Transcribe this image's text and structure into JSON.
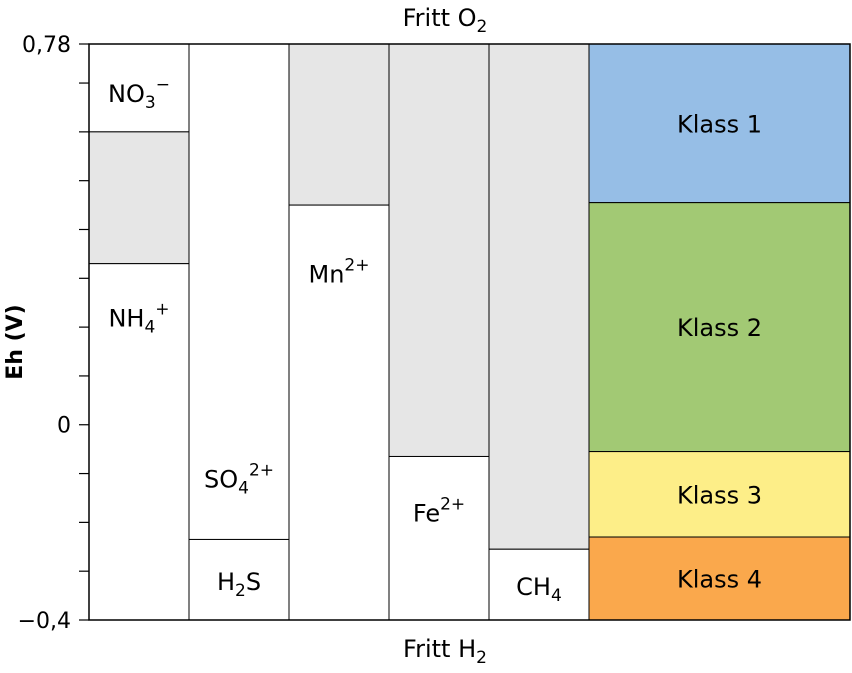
{
  "header": {
    "top_prefix": "Fritt O",
    "top_sub": "2",
    "bottom_prefix": "Fritt H",
    "bottom_sub": "2"
  },
  "axis": {
    "title": "Eh (V)",
    "min": -0.4,
    "max": 0.78,
    "labels": [
      "0,78",
      "0",
      "−0,4"
    ],
    "label_values": [
      0.78,
      0,
      -0.4
    ]
  },
  "colors": {
    "gray": "#e6e6e6",
    "klass1": "#96bee6",
    "klass2": "#a2c974",
    "klass3": "#fdee88",
    "klass4": "#faa84c"
  },
  "columns": [
    {
      "segments": [
        {
          "from": 0.78,
          "to": 0.6,
          "fill": "white"
        },
        {
          "from": 0.6,
          "to": 0.33,
          "fill": "gray"
        },
        {
          "from": 0.33,
          "to": -0.4,
          "fill": "white"
        }
      ],
      "labels": [
        {
          "base": "NO",
          "sub": "3",
          "sup": "−",
          "eh": 0.68
        },
        {
          "base": "NH",
          "sub": "4",
          "sup": "+",
          "eh": 0.22
        }
      ]
    },
    {
      "segments": [
        {
          "from": 0.78,
          "to": -0.235,
          "fill": "white"
        },
        {
          "from": -0.235,
          "to": -0.4,
          "fill": "white"
        }
      ],
      "labels": [
        {
          "base": "SO",
          "sub": "4",
          "sup": "2+",
          "eh": -0.11
        },
        {
          "base": "H",
          "sub": "2",
          "sup2": "S",
          "eh": -0.32
        }
      ]
    },
    {
      "segments": [
        {
          "from": 0.78,
          "to": 0.45,
          "fill": "gray"
        },
        {
          "from": 0.45,
          "to": -0.4,
          "fill": "white"
        }
      ],
      "labels": [
        {
          "base": "Mn",
          "sub": "",
          "sup": "2+",
          "eh": 0.31
        }
      ]
    },
    {
      "segments": [
        {
          "from": 0.78,
          "to": -0.065,
          "fill": "gray"
        },
        {
          "from": -0.065,
          "to": -0.4,
          "fill": "white"
        }
      ],
      "labels": [
        {
          "base": "Fe",
          "sub": "",
          "sup": "2+",
          "eh": -0.18
        }
      ]
    },
    {
      "segments": [
        {
          "from": 0.78,
          "to": -0.255,
          "fill": "gray"
        },
        {
          "from": -0.255,
          "to": -0.4,
          "fill": "white"
        }
      ],
      "labels": [
        {
          "base": "CH",
          "sub": "4",
          "sup": "",
          "eh": -0.33
        }
      ]
    }
  ],
  "classes": [
    {
      "label": "Klass 1",
      "from": 0.78,
      "to": 0.455,
      "color_key": "klass1"
    },
    {
      "label": "Klass 2",
      "from": 0.455,
      "to": -0.055,
      "color_key": "klass2"
    },
    {
      "label": "Klass 3",
      "from": -0.055,
      "to": -0.23,
      "color_key": "klass3"
    },
    {
      "label": "Klass 4",
      "from": -0.23,
      "to": -0.4,
      "color_key": "klass4"
    }
  ]
}
